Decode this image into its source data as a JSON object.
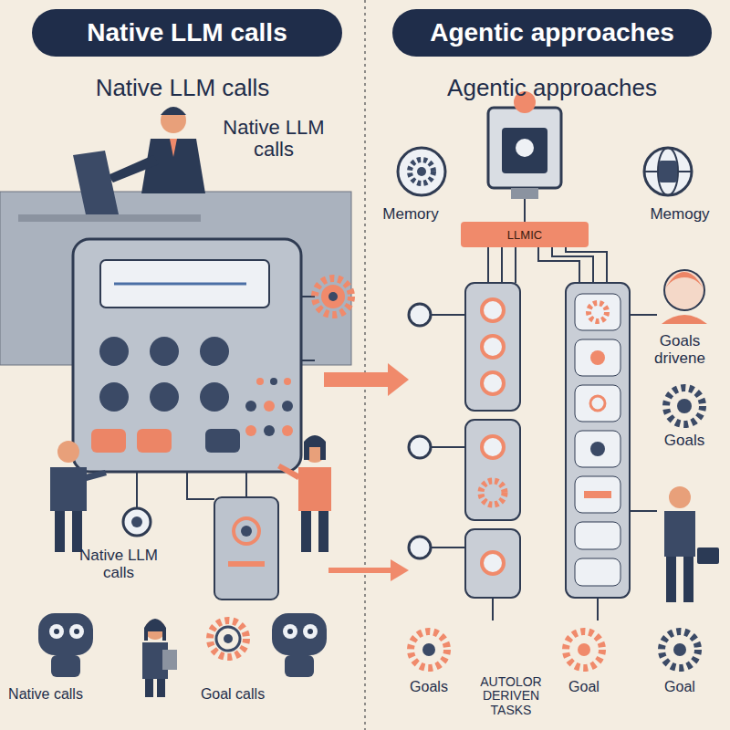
{
  "diagram": {
    "nodes": [
      {
        "text": [
          "Native LLM calls"
        ]
      },
      {
        "text": [
          "Agentic approaches"
        ]
      },
      {
        "text": [
          "LLMIC"
        ]
      }
    ],
    "labels": [
      "Native LLM calls",
      "Agentic approaches",
      "Native LLM calls",
      "Native LLM calls",
      "Native calls",
      "Goal calls",
      "Memory",
      "Memogy",
      "Goals drivene",
      "Goals",
      "Goals",
      "AUTOLOR DERIVEN TASKS",
      "Goal",
      "Goal"
    ]
  }
}
